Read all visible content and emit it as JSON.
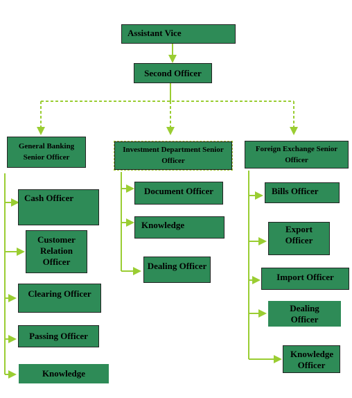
{
  "colors": {
    "box_fill": "#2e8b57",
    "connector": "#9acd32",
    "text": "#000000"
  },
  "top": {
    "title": "Assistant Vice"
  },
  "second": {
    "title": "Second Officer"
  },
  "general_banking": {
    "title": "General Banking Senior Officer",
    "items": [
      "Cash Officer",
      "Customer Relation Officer",
      "Clearing Officer",
      "Passing Officer",
      "Knowledge"
    ]
  },
  "investment": {
    "title": "Investment Department Senior Officer",
    "items": [
      "Document Officer",
      "Knowledge",
      "Dealing Officer"
    ]
  },
  "foreign_exchange": {
    "title": "Foreign Exchange Senior Officer",
    "items": [
      "Bills Officer",
      "Export Officer",
      "Import Officer",
      "Dealing Officer",
      "Knowledge Officer"
    ]
  }
}
